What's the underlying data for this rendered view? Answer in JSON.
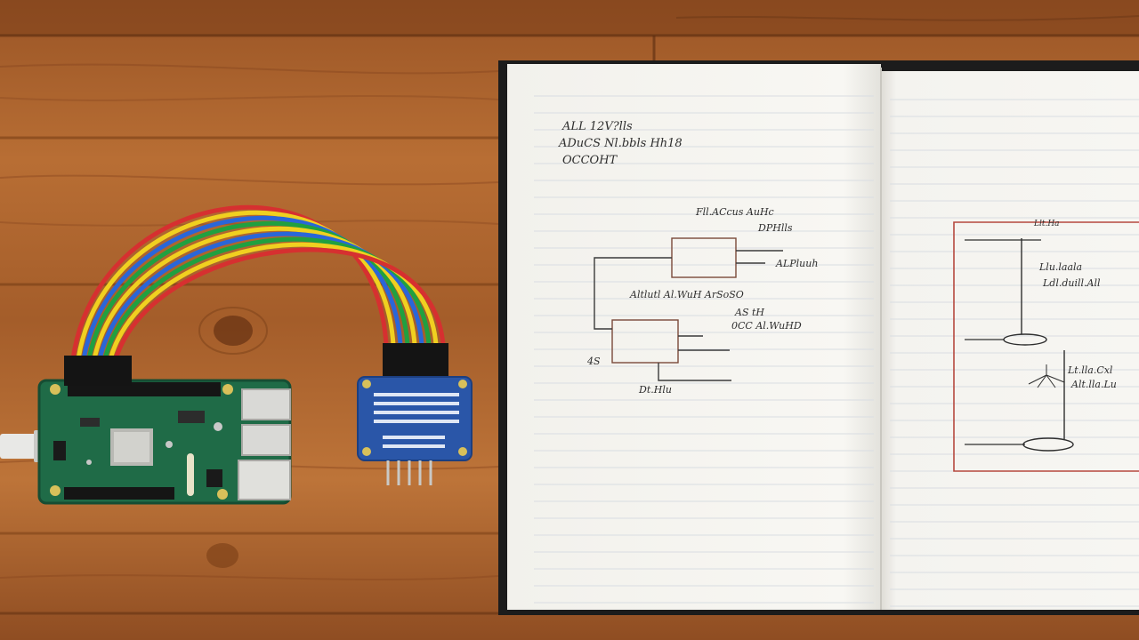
{
  "description_scene": {
    "palette": {
      "wood_dark": "#6e3a17",
      "wood_mid": "#a8602c",
      "wood_light": "#c98248",
      "pcb_green": "#1f6b47",
      "adc_blue": "#2a56a8",
      "paper": "#f6f5f1",
      "ink": "#2e2e2e",
      "red_pen": "#b5483e",
      "ribbon_colors": [
        "#d63030",
        "#f0d020",
        "#2a66d8",
        "#20a040",
        "#2a66d8",
        "#f0d020",
        "#d63030"
      ]
    },
    "objects": [
      "raspberry-pi-board",
      "rainbow-ribbon-cable",
      "adc-breakout-board",
      "open-notebook",
      "usb-plug"
    ],
    "notebook": {
      "left_page": {
        "header_lines": [
          "ALL 12V?lls",
          "ADuCS Nl.bbls   Hh18",
          "OCCOHT"
        ],
        "schematic_labels": [
          "Fll.ACcus AuHc",
          "DPHlls",
          "ALPluuh",
          "Altlutl Al.WuH ArSoSO",
          "AS tH",
          "0CC Al.WuHD",
          "4S",
          "Dt.Hlu"
        ]
      },
      "right_page": {
        "labels": [
          "Llu.laala",
          "Ldl.duill.All",
          "Lt.lla.Cxl",
          "Alt.lla.Lu",
          "Llt.Ha"
        ]
      }
    }
  }
}
